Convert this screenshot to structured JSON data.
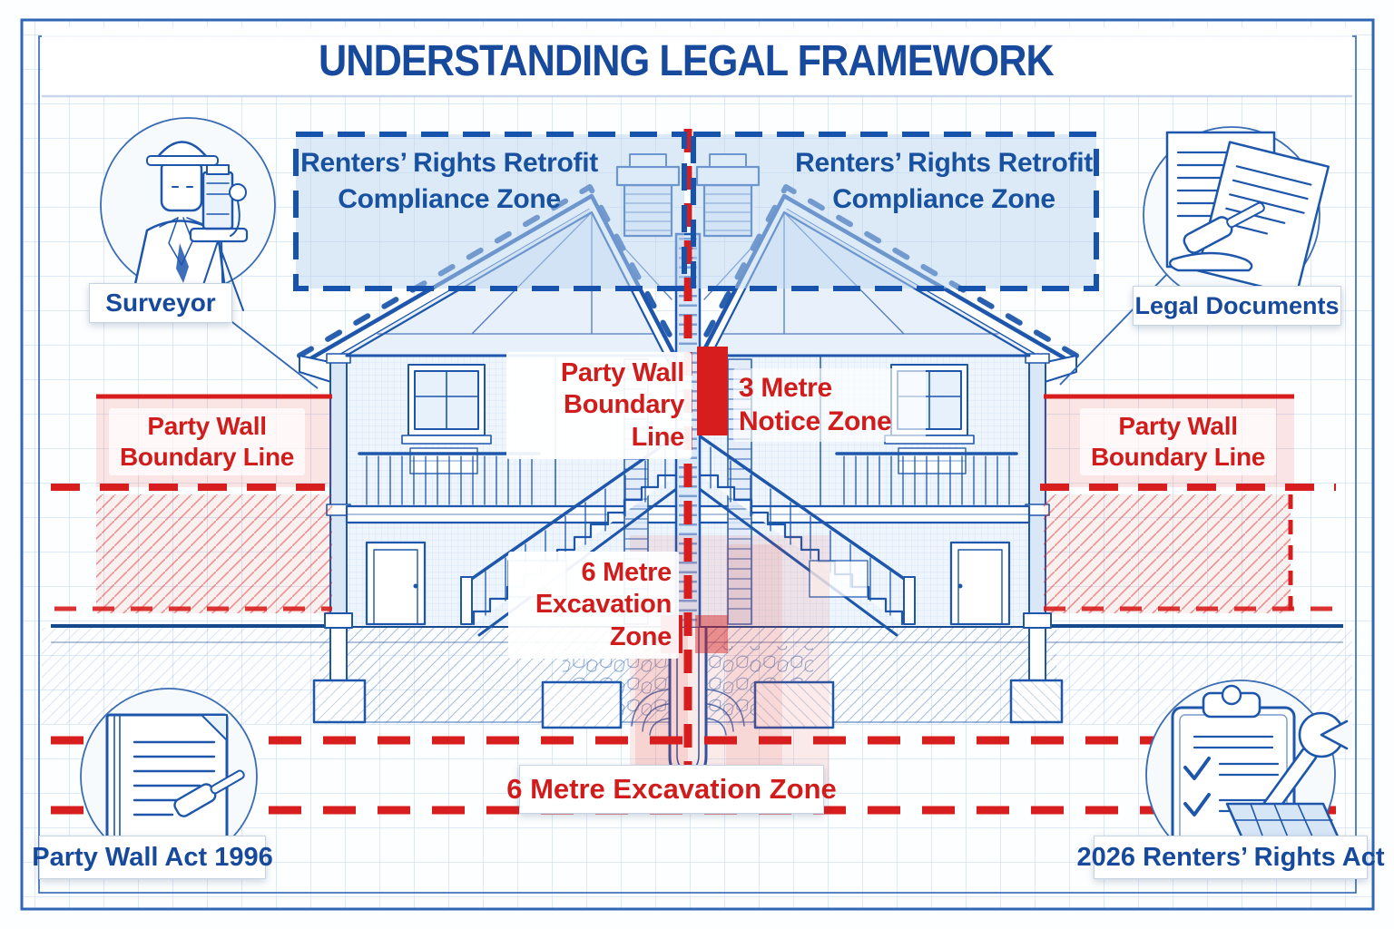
{
  "title": "UNDERSTANDING LEGAL FRAMEWORK",
  "compliance_left": {
    "line1": "Renters’ Rights Retrofit",
    "line2": "Compliance Zone"
  },
  "compliance_right": {
    "line1": "Renters’ Rights Retrofit",
    "line2": "Compliance Zone"
  },
  "callouts": {
    "surveyor": "Surveyor",
    "legal_documents": "Legal Documents",
    "party_wall_act": "Party Wall Act 1996",
    "renters_rights_act": "2026 Renters’ Rights Act"
  },
  "boundary_left": {
    "line1": "Party Wall",
    "line2": "Boundary Line"
  },
  "boundary_center": {
    "line1": "Party Wall",
    "line2": "Boundary Line"
  },
  "boundary_right": {
    "line1": "Party Wall",
    "line2": "Boundary Line"
  },
  "notice_zone": {
    "line1": "3 Metre",
    "line2": "Notice Zone"
  },
  "excavation_center": {
    "line1": "6 Metre",
    "line2": "Excavation",
    "line3": "Zone"
  },
  "excavation_bottom": "6 Metre Excavation Zone",
  "icons": {
    "top_left": "surveyor-theodolite-icon",
    "top_right": "documents-gavel-icon",
    "bottom_left": "book-gavel-icon",
    "bottom_right": "clipboard-wrench-solar-icon"
  },
  "colors": {
    "blueprint_blue": "#17499c",
    "line_blue": "#1d56ab",
    "alert_red": "#d71d1d",
    "zone_fill_blue": "rgba(188,214,240,0.5)",
    "grid_blue": "#ccddf1"
  }
}
